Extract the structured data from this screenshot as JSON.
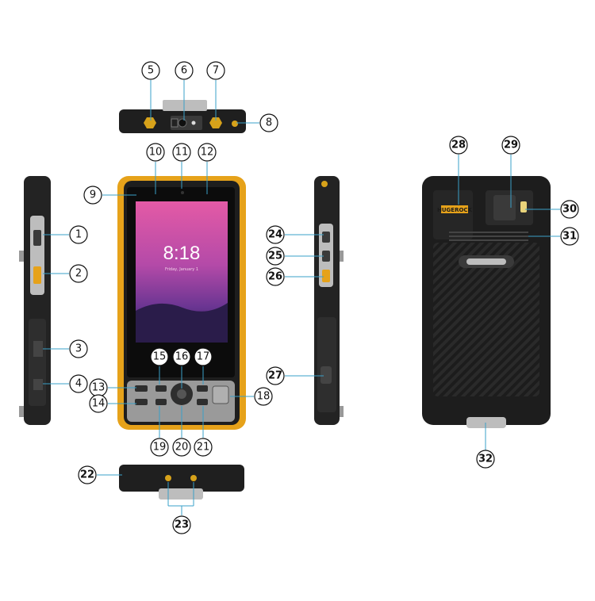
{
  "diagram": {
    "phone_front": {
      "screen_time": "8:18",
      "screen_date": "Friday, January 1",
      "brand_label": "HUGEROCK"
    },
    "callouts": [
      {
        "id": 1,
        "label": "1"
      },
      {
        "id": 2,
        "label": "2"
      },
      {
        "id": 3,
        "label": "3"
      },
      {
        "id": 4,
        "label": "4"
      },
      {
        "id": 5,
        "label": "5"
      },
      {
        "id": 6,
        "label": "6"
      },
      {
        "id": 7,
        "label": "7"
      },
      {
        "id": 8,
        "label": "8"
      },
      {
        "id": 9,
        "label": "9"
      },
      {
        "id": 10,
        "label": "10"
      },
      {
        "id": 11,
        "label": "11"
      },
      {
        "id": 12,
        "label": "12"
      },
      {
        "id": 13,
        "label": "13"
      },
      {
        "id": 14,
        "label": "14"
      },
      {
        "id": 15,
        "label": "15"
      },
      {
        "id": 16,
        "label": "16"
      },
      {
        "id": 17,
        "label": "17"
      },
      {
        "id": 18,
        "label": "18"
      },
      {
        "id": 19,
        "label": "19"
      },
      {
        "id": 20,
        "label": "20"
      },
      {
        "id": 21,
        "label": "21"
      },
      {
        "id": 22,
        "label": "22"
      },
      {
        "id": 23,
        "label": "23"
      },
      {
        "id": 24,
        "label": "24"
      },
      {
        "id": 25,
        "label": "25"
      },
      {
        "id": 26,
        "label": "26"
      },
      {
        "id": 27,
        "label": "27"
      },
      {
        "id": 28,
        "label": "28"
      },
      {
        "id": 29,
        "label": "29"
      },
      {
        "id": 30,
        "label": "30"
      },
      {
        "id": 31,
        "label": "31"
      },
      {
        "id": 32,
        "label": "32"
      }
    ]
  }
}
